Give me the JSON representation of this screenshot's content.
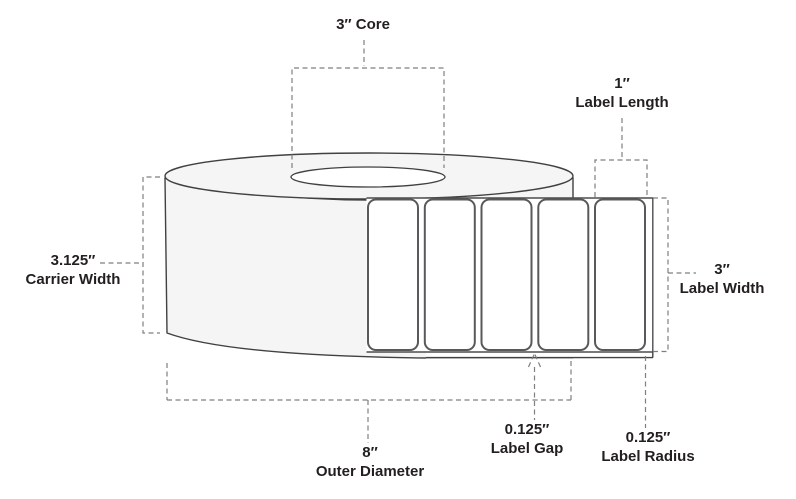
{
  "diagram": {
    "subject": "Label roll dimensions diagram",
    "callouts": {
      "core": {
        "text": "3″ Core"
      },
      "label_length": {
        "value": "1″",
        "label": "Label Length"
      },
      "carrier_width": {
        "value": "3.125″",
        "label": "Carrier Width"
      },
      "label_width": {
        "value": "3″",
        "label": "Label Width"
      },
      "outer_diameter": {
        "value": "8″",
        "label": "Outer Diameter"
      },
      "label_gap": {
        "value": "0.125″",
        "label": "Label Gap"
      },
      "label_radius": {
        "value": "0.125″",
        "label": "Label Radius"
      }
    },
    "label_count_visible": "5",
    "colors": {
      "background": "#ffffff",
      "roll_fill": "#f5f5f5",
      "roll_outline": "#414042",
      "label_outline": "#58595b",
      "dashed_line": "#7d7f82",
      "text": "#231f20"
    }
  }
}
